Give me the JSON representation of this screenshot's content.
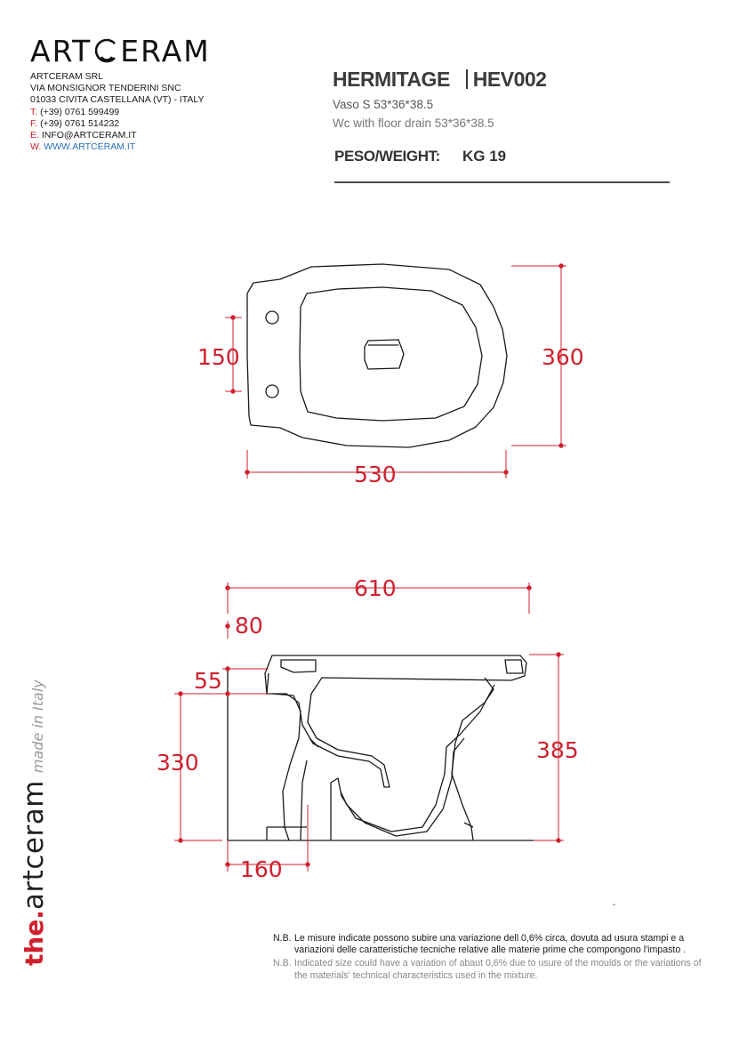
{
  "brand": {
    "logo_left": "ART",
    "logo_right": "ERAM",
    "vertical_the": "the",
    "vertical_dot": ".",
    "vertical_main": "artceram",
    "vertical_made": "made in Italy"
  },
  "company": {
    "name": "ARTCERAM SRL",
    "address1": "VIA MONSIGNOR TENDERINI SNC",
    "address2": "01033 CIVITA CASTELLANA (VT) - ITALY",
    "tel_label": "T.",
    "tel": "(+39) 0761 599499",
    "fax_label": "F.",
    "fax": "(+39) 0761 514232",
    "email_label": "E.",
    "email": "INFO@ARTCERAM.IT",
    "web_label": "W.",
    "web": "WWW.ARTCERAM.IT"
  },
  "product": {
    "name": "HERMITAGE",
    "code": "HEV002",
    "subtitle_it": "Vaso  S  53*36*38.5",
    "subtitle_en": "Wc  with floor drain  53*36*38.5",
    "weight_label": "PESO/WEIGHT:",
    "weight_value": "KG 19"
  },
  "dimensions": {
    "top_hole_spacing": "150",
    "top_depth": "360",
    "top_length": "530",
    "side_length": "610",
    "side_top_offset": "80",
    "side_inlet_height": "55",
    "side_drain_height": "330",
    "side_total_height": "385",
    "side_drain_offset": "160"
  },
  "notes": {
    "nb_label_1": "N.B.",
    "nb_it": "Le misure indicate possono subire una variazione dell 0,6% circa, dovuta ad usura stampi e a variazioni delle caratteristiche tecniche relative alle materie  prime che  compongono l'impasto .",
    "nb_label_2": "N.B.",
    "nb_en": "Indicated size could have a variation  of abaut 0,6%  due   to usure of  the  moulds or the variations of the materials' technical characteristics used in the mixture.",
    "trailing_mark": "-"
  },
  "colors": {
    "dimension_red": "#d0202e",
    "web_blue": "#2a6fc0",
    "outline_dark": "#1a1a1a"
  }
}
